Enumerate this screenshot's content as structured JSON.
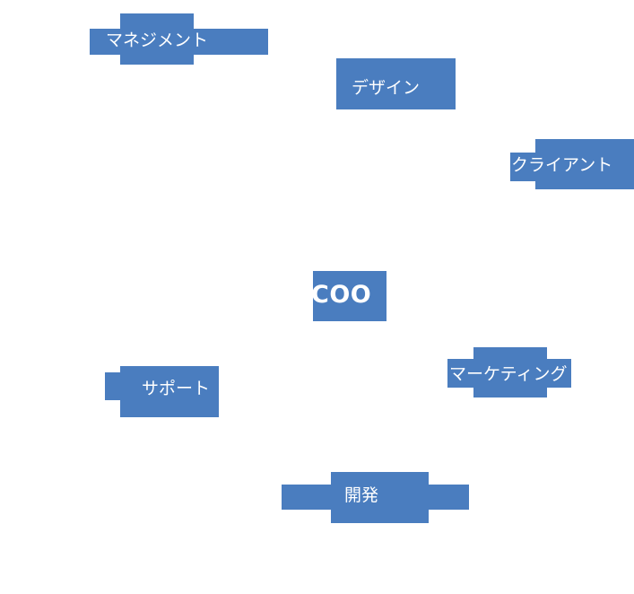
{
  "diagram": {
    "center": {
      "label": "COO"
    },
    "nodes": [
      {
        "id": "management",
        "label": "マネジメント"
      },
      {
        "id": "design",
        "label": "デザイン"
      },
      {
        "id": "client",
        "label": "クライアント"
      },
      {
        "id": "marketing",
        "label": "マーケティング"
      },
      {
        "id": "development",
        "label": "開発"
      },
      {
        "id": "support",
        "label": "サポート"
      }
    ]
  },
  "colors": {
    "node_fill": "#4a7dbf",
    "label_text": "#ffffff",
    "background": "#ffffff"
  }
}
